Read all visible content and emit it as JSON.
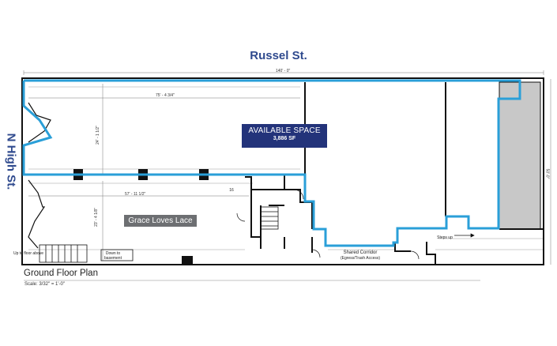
{
  "streets": {
    "top": "Russel St.",
    "left": "N High St."
  },
  "dimensions": {
    "overall_width": "140' - 0\"",
    "space_width": "75' - 4 3/4\"",
    "space_depth": "24' - 1 1/2\"",
    "tenant_width": "57' - 11 1/2\"",
    "tenant_depth": "23' - 4 1/8\"",
    "overall_depth": "50'-0\""
  },
  "available_space": {
    "title": "AVAILABLE SPACE",
    "area": "3,886 SF"
  },
  "tenant": {
    "name": "Grace Loves Lace"
  },
  "notes": {
    "up_to_floor": "Up to floor above",
    "down_to_basement": "Down to basement",
    "shared_corridor": "Shared Corridor",
    "corridor_sub": "(Egress/Trash Access)",
    "steps_up": "Steps up",
    "stair_mark": "16"
  },
  "plan": {
    "title": "Ground Floor Plan",
    "scale": "Scale:  3/32\" = 1'-0\""
  },
  "colors": {
    "highlight": "#2a9fd8",
    "wall": "#111111",
    "street": "#2f4a8e",
    "badge": "#23337a",
    "tenant": "#6d6f72",
    "shaded": "#c8c8c8"
  }
}
